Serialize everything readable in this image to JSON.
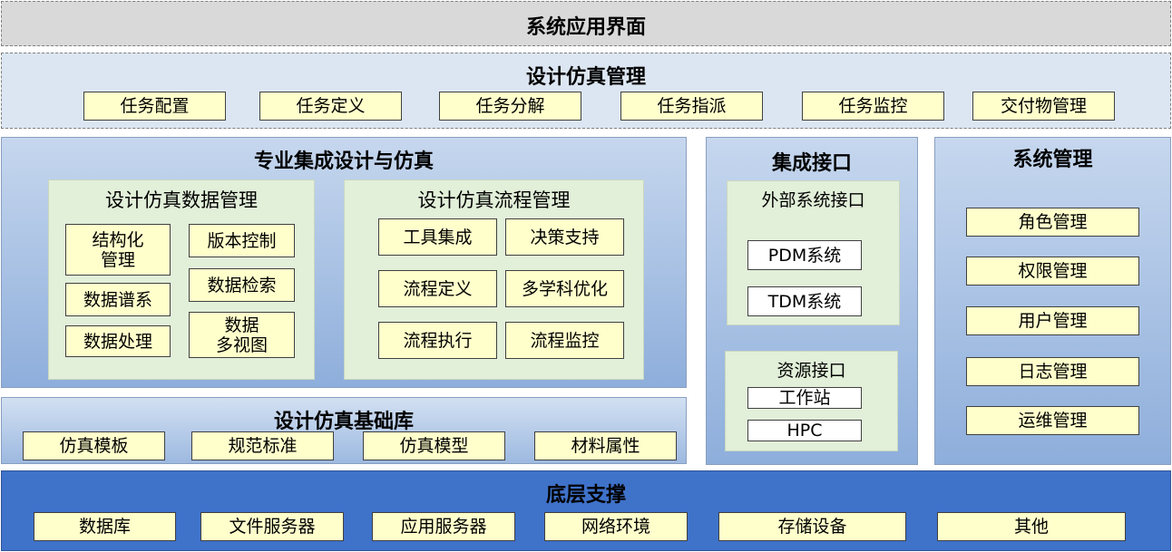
{
  "top_layer": {
    "title": "系统应用界面"
  },
  "design_sim_mgmt": {
    "title": "设计仿真管理",
    "items": [
      "任务配置",
      "任务定义",
      "任务分解",
      "任务指派",
      "任务监控",
      "交付物管理"
    ]
  },
  "specialty": {
    "title": "专业集成设计与仿真",
    "data_mgmt": {
      "title": "设计仿真数据管理",
      "items": [
        "结构化\n管理",
        "版本控制",
        "数据谱系",
        "数据检索",
        "数据处理",
        "数据\n多视图"
      ]
    },
    "process_mgmt": {
      "title": "设计仿真流程管理",
      "items": [
        "工具集成",
        "决策支持",
        "流程定义",
        "多学科优化",
        "流程执行",
        "流程监控"
      ]
    }
  },
  "base_lib": {
    "title": "设计仿真基础库",
    "items": [
      "仿真模板",
      "规范标准",
      "仿真模型",
      "材料属性"
    ]
  },
  "integration": {
    "title": "集成接口",
    "external": {
      "title": "外部系统接口",
      "items": [
        "PDM系统",
        "TDM系统"
      ]
    },
    "resource": {
      "title": "资源接口",
      "items": [
        "工作站",
        "HPC"
      ]
    }
  },
  "system_mgmt": {
    "title": "系统管理",
    "items": [
      "角色管理",
      "权限管理",
      "用户管理",
      "日志管理",
      "运维管理"
    ]
  },
  "foundation": {
    "title": "底层支撑",
    "items": [
      "数据库",
      "文件服务器",
      "应用服务器",
      "网络环境",
      "存储设备",
      "其他"
    ]
  },
  "colors": {
    "item_fill": "#ffffcc",
    "group_fill": "#e2efd9",
    "foundation_fill": "#3f72c9",
    "top_fill": "#d9d9d9",
    "mgmt_fill": "#dce6f2"
  }
}
